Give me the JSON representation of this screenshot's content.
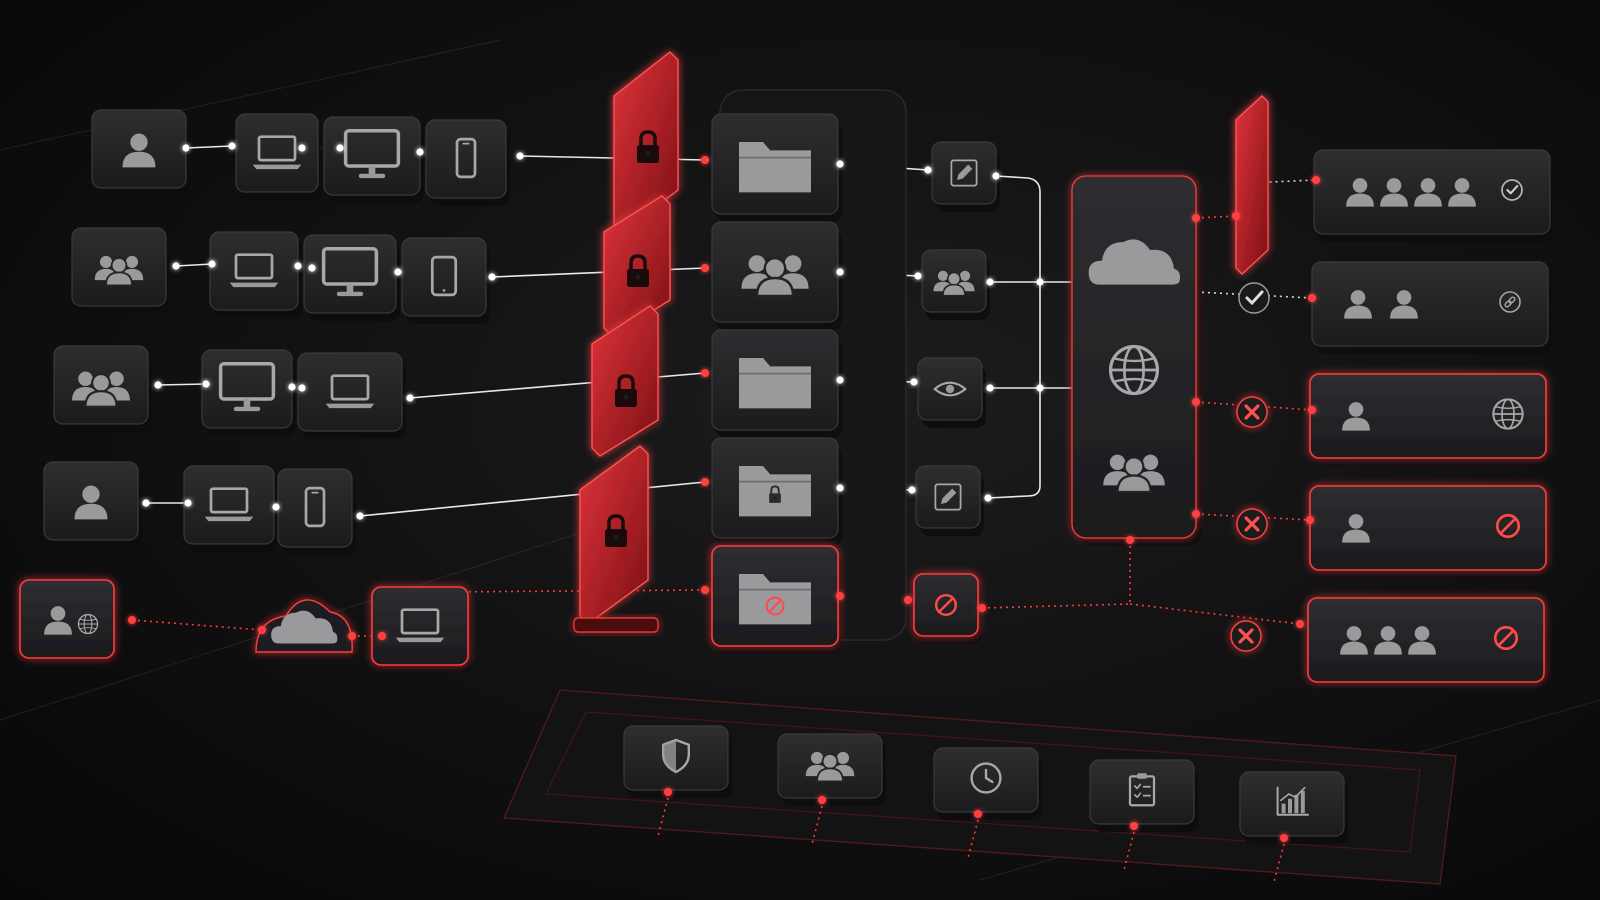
{
  "diagram": {
    "colors": {
      "background": "#0b0b0c",
      "tile": "#2a2a2c",
      "icon": "#9a9a9c",
      "allowed_line": "#e9e9ea",
      "denied_line": "#ff3a3a",
      "firewall": "#d8262b"
    },
    "rows": [
      {
        "identity_icon": "user-icon",
        "devices": [
          "laptop-icon",
          "monitor-icon",
          "phone-icon"
        ],
        "resource_icon": "folder-icon",
        "permission_icon": "pencil-icon",
        "status": "allowed"
      },
      {
        "identity_icon": "group-icon",
        "devices": [
          "laptop-icon",
          "monitor-icon",
          "tablet-icon"
        ],
        "resource_icon": "group-icon",
        "permission_icon": "group-icon",
        "status": "allowed"
      },
      {
        "identity_icon": "team-icon",
        "devices": [
          "monitor-icon",
          "laptop-icon"
        ],
        "resource_icon": "folder-user-icon",
        "permission_icon": "eye-icon",
        "status": "allowed"
      },
      {
        "identity_icon": "user-icon",
        "devices": [
          "laptop-icon",
          "phone-icon"
        ],
        "resource_icon": "folder-lock-icon",
        "permission_icon": "pencil-icon",
        "status": "allowed"
      },
      {
        "identity_icon": "user-globe-icon",
        "devices": [
          "cloud-icon",
          "laptop-icon"
        ],
        "resource_icon": "folder-block-icon",
        "permission_icon": "block-icon",
        "status": "denied"
      }
    ],
    "hub_icons": [
      "cloud-icon",
      "globe-icon",
      "group-icon"
    ],
    "destinations": [
      {
        "people": 4,
        "gate": "none",
        "badge_icon": "check-circle-icon",
        "status": "allowed"
      },
      {
        "people": 2,
        "gate": "check-icon",
        "badge_icon": "link-icon",
        "status": "allowed"
      },
      {
        "people": 1,
        "gate": "x-icon",
        "badge_icon": "globe-icon",
        "status": "denied"
      },
      {
        "people": 1,
        "gate": "x-icon",
        "badge_icon": "block-icon",
        "status": "denied"
      },
      {
        "people": 3,
        "gate": "x-icon",
        "badge_icon": "block-icon",
        "status": "denied"
      }
    ],
    "controls": [
      "shield-icon",
      "group-icon",
      "clock-icon",
      "clipboard-check-icon",
      "bar-chart-icon"
    ]
  }
}
